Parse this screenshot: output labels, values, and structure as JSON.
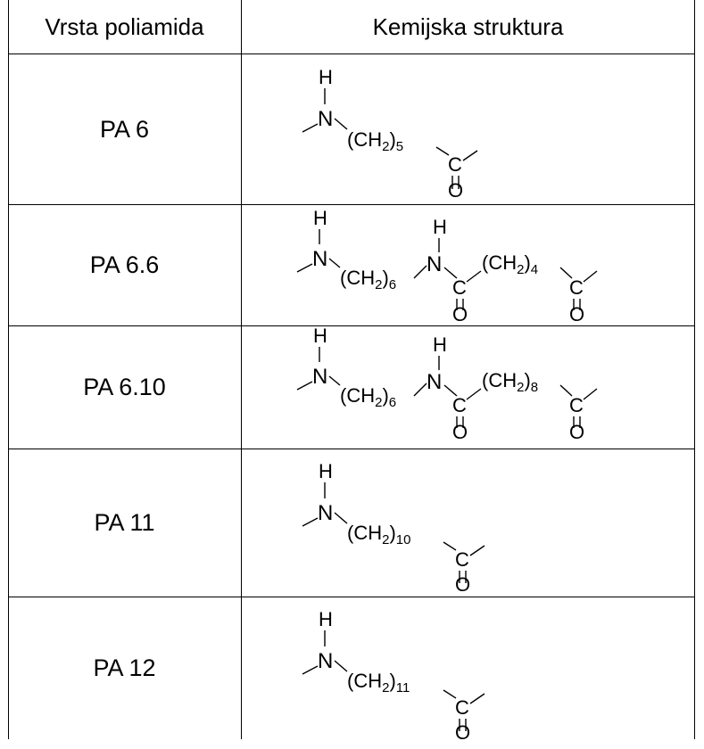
{
  "table": {
    "headers": {
      "type": "Vrsta poliamida",
      "structure": "Kemijska struktura"
    },
    "rows": [
      {
        "name": "PA 6",
        "kind": "monomer",
        "h": "H",
        "n": "N",
        "group": "(CH",
        "sub2": "2",
        "count": "5",
        "c": "C",
        "o": "O"
      },
      {
        "name": "PA 6.6",
        "kind": "diamide",
        "h": "H",
        "n": "N",
        "group": "(CH",
        "sub2": "2",
        "count1": "6",
        "count2": "4",
        "c": "C",
        "o": "O"
      },
      {
        "name": "PA 6.10",
        "kind": "diamide",
        "h": "H",
        "n": "N",
        "group": "(CH",
        "sub2": "2",
        "count1": "6",
        "count2": "8",
        "c": "C",
        "o": "O"
      },
      {
        "name": "PA 11",
        "kind": "monomer",
        "h": "H",
        "n": "N",
        "group": "(CH",
        "sub2": "2",
        "count": "10",
        "c": "C",
        "o": "O"
      },
      {
        "name": "PA 12",
        "kind": "monomer",
        "h": "H",
        "n": "N",
        "group": "(CH",
        "sub2": "2",
        "count": "11",
        "c": "C",
        "o": "O"
      }
    ]
  }
}
